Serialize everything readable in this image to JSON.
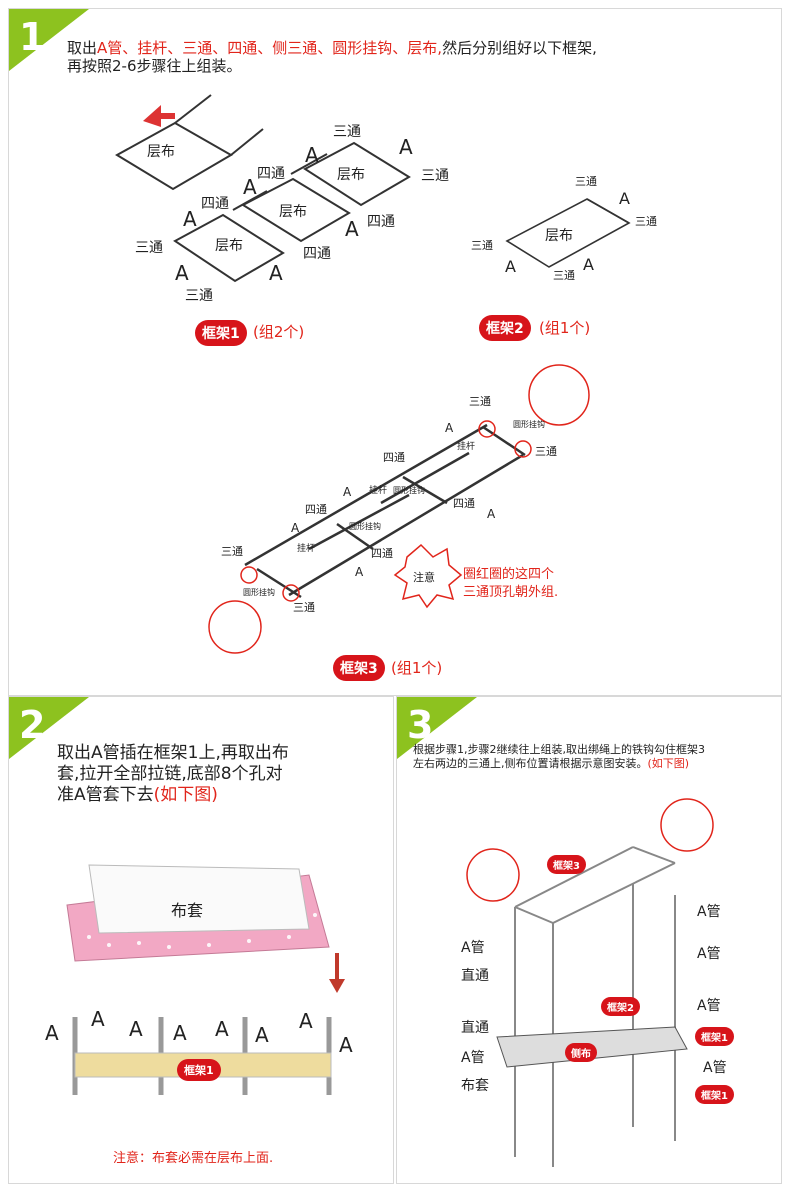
{
  "step1": {
    "num": "1",
    "text_prefix": "取出",
    "parts": "A管、挂杆、三通、四通、侧三通、圆形挂钩、层布,",
    "text_suffix": "然后分别组好以下框架,",
    "line2": "再按照2-6步骤往上组装。",
    "lbl_cengbu": "层布",
    "lbl_santong": "三通",
    "lbl_sitong": "四通",
    "lbl_A": "A",
    "frame1": "框架1",
    "frame1_note": "(组2个)",
    "frame2": "框架2",
    "frame2_note": "(组1个)",
    "frame3": "框架3",
    "frame3_note": "(组1个)",
    "lbl_guagan": "挂杆",
    "lbl_yuanxing": "圆形挂钩",
    "warn": "注意",
    "warn_text_1": "圈红圈的这四个",
    "warn_text_2": "三通顶孔朝外组."
  },
  "step2": {
    "num": "2",
    "line1_a": "取出",
    "line1_b": "A管插在框架1上,再取出布",
    "line2": "套,拉开全部拉链,底部8个孔对",
    "line3_a": "准A管套下去",
    "line3_b": "(如下图)",
    "lbl_butao": "布套",
    "frame1": "框架1",
    "note": "注意：布套必需在层布上面."
  },
  "step3": {
    "num": "3",
    "text1": "根据步骤1,步骤2继续往上组装,取出绑绳上的铁钩勾住框架3",
    "text2": "左右两边的三通上,侧布位置请根据示意图安装。",
    "text2_red": "(如下图)",
    "frame3": "框架3",
    "frame2": "框架2",
    "frame1": "框架1",
    "cebu": "侧布",
    "A_guan": "A管",
    "zhitong": "直通",
    "butao": "布套"
  },
  "colors": {
    "tab_green": "#8dc21f",
    "accent_red": "#e1251b",
    "badge_red": "#d7141a"
  }
}
